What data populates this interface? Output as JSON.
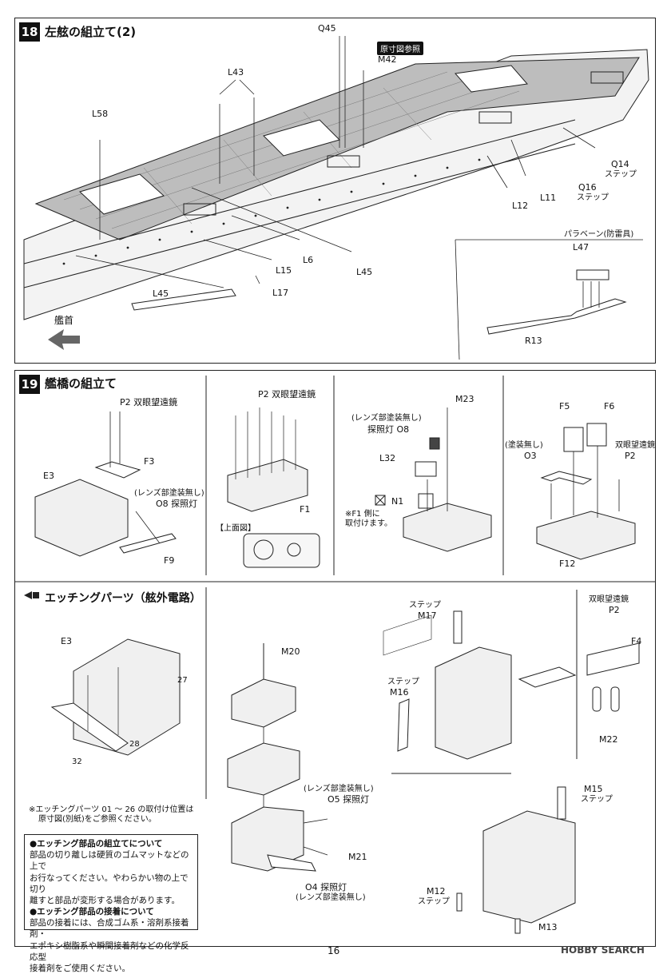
{
  "step18": {
    "number": "18",
    "title": "左舷の組立て(2)",
    "badge": "原寸図参照",
    "labels": {
      "q45": "Q45",
      "m42": "M42",
      "l43": "L43",
      "l58": "L58",
      "q14": "Q14",
      "q14_sub": "ステップ",
      "q16": "Q16",
      "q16_sub": "ステップ",
      "l11": "L11",
      "l12": "L12",
      "l6": "L6",
      "l15": "L15",
      "l45a": "L45",
      "l45b": "L45",
      "l17": "L17",
      "bow": "艦首",
      "paravane": "パラベーン(防雷具)",
      "l47": "L47",
      "r13": "R13"
    }
  },
  "step19": {
    "number": "19",
    "title": "艦橋の組立て",
    "p2a": "P2",
    "p2a_sub": "双眼望遠鏡",
    "f3": "F3",
    "e3a": "E3",
    "o8a_note": "(レンズ部塗装無し)",
    "o8a": "O8",
    "o8a_sub": "探照灯",
    "f9": "F9",
    "p2b": "P2",
    "p2b_sub": "双眼望遠鏡",
    "f1": "F1",
    "top_view": "【上面図】",
    "m23": "M23",
    "o8b_note": "(レンズ部塗装無し)",
    "o8b_pre": "探照灯",
    "o8b": "O8",
    "l32": "L32",
    "n1": "N1",
    "n1_note1": "※F1 側に",
    "n1_note2": "取付けます。",
    "f5": "F5",
    "f6": "F6",
    "o3_note": "(塗装無し)",
    "o3": "O3",
    "p2c_sub": "双眼望遠鏡",
    "p2c": "P2",
    "f12": "F12"
  },
  "etching": {
    "title": "エッチングパーツ（舷外電路）",
    "e3": "E3",
    "n27": "27",
    "n28": "28",
    "n32": "32",
    "note1": "※エッチングパーツ 01 ～ 26 の取付け位置は",
    "note2": "原寸図(別紙)をご参照ください。",
    "box": {
      "h1": "●エッチング部品の組立てについて",
      "p1a": "部品の切り離しは硬質のゴムマットなどの上で",
      "p1b": "お行なってください。やわらかい物の上で切り",
      "p1c": "離すと部品が変形する場合があります。",
      "h2": "●エッチング部品の接着について",
      "p2a": "部品の接着には、合成ゴム系・溶剤系接着剤・",
      "p2b": "エポキシ樹脂系や瞬間接着剤などの化学反応型",
      "p2c": "接着剤をご使用ください。"
    },
    "m20": "M20",
    "o5_note": "(レンズ部塗装無し)",
    "o5": "O5",
    "o5_sub": "探照灯",
    "m21": "M21",
    "o4": "O4",
    "o4_sub": "探照灯",
    "o4_note": "(レンズ部塗装無し)"
  },
  "bridge_right": {
    "m17_sub": "ステップ",
    "m17": "M17",
    "m16_sub": "ステップ",
    "m16": "M16",
    "p2_sub": "双眼望遠鏡",
    "p2": "P2",
    "f4": "F4",
    "m22": "M22",
    "m15": "M15",
    "m15_sub": "ステップ",
    "m12": "M12",
    "m12_sub": "ステップ",
    "m13": "M13"
  },
  "footer": {
    "page": "16",
    "watermark": "HOBBY SEARCH"
  }
}
